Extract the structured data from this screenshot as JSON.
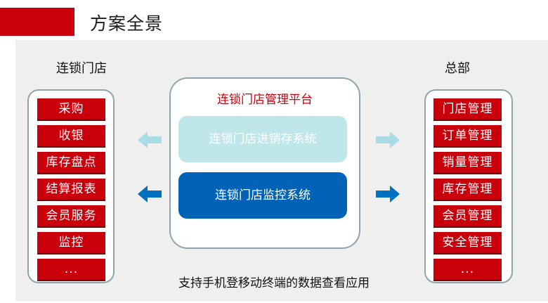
{
  "title": "方案全景",
  "left": {
    "heading": "连锁门店",
    "items": [
      "采购",
      "收银",
      "库存盘点",
      "结算报表",
      "会员服务",
      "监控",
      "..."
    ]
  },
  "right": {
    "heading": "总部",
    "items": [
      "门店管理",
      "订单管理",
      "销量管理",
      "库存管理",
      "会员管理",
      "安全管理",
      "..."
    ]
  },
  "center": {
    "title": "连锁门店管理平台",
    "system_top": "连锁门店进销存系统",
    "system_bottom": "连锁门店监控系统"
  },
  "footer": "支持手机登移动终端的数据查看应用",
  "colors": {
    "accent_red": "#c9000b",
    "light_teal": "#bfe7ea",
    "dark_blue": "#0063b8",
    "arrow_light": "#a9dce3",
    "arrow_dark": "#0070c0"
  }
}
